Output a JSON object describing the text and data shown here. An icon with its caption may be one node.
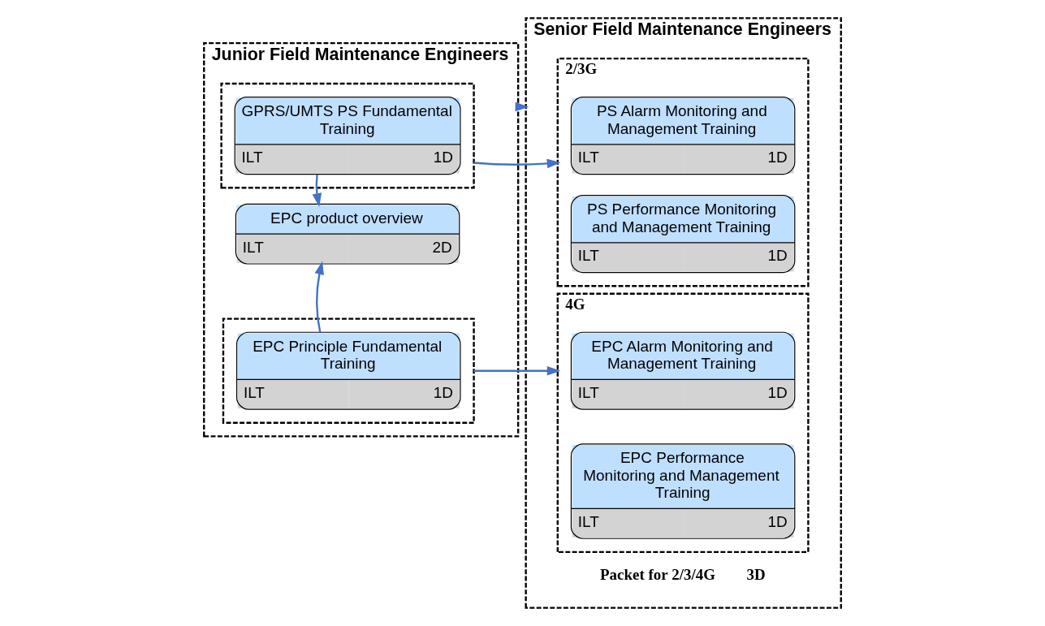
{
  "diagram": {
    "nodes": [
      {
        "text": [
          "Junior Field Maintenance Engineers"
        ]
      },
      {
        "text": [],
        "shape": "box",
        "in": 0
      },
      {
        "text": [],
        "shape": "box",
        "in": 0
      },
      {
        "text": [
          "GPRS/UMTS PS Fundamental Training",
          "ILT",
          "1D"
        ],
        "in": 1
      },
      {
        "text": [
          "EPC product overview",
          "ILT",
          "2D"
        ],
        "in": 0
      },
      {
        "text": [
          "EPC Principle Fundamental Training",
          "ILT",
          "1D"
        ],
        "in": 2
      },
      {
        "text": [
          "Senior Field Maintenance Engineers",
          "Packet for 2/3/4G",
          "3D"
        ]
      },
      {
        "text": [
          "2/3G"
        ],
        "in": 6
      },
      {
        "text": [
          "PS Alarm Monitoring and Management Training",
          "ILT",
          "1D"
        ],
        "in": 7
      },
      {
        "text": [
          "PS Performance Monitoring and Management Training",
          "ILT",
          "1D"
        ],
        "in": 7
      },
      {
        "text": [
          "4G"
        ],
        "in": 6
      },
      {
        "text": [
          "EPC Alarm Monitoring and Management Training",
          "ILT",
          "1D"
        ],
        "in": 10
      },
      {
        "text": [
          "EPC Performance Monitoring and Management Training",
          "ILT",
          "1D"
        ],
        "in": 10
      }
    ],
    "edges": [
      {
        "from": 3,
        "to": 4,
        "arrow": "to"
      },
      {
        "from": 5,
        "to": 4,
        "arrow": "to"
      },
      {
        "from": 1,
        "to": 7,
        "arrow": "to"
      },
      {
        "from": 0,
        "to": 6,
        "arrow": "to"
      },
      {
        "from": 2,
        "to": 10,
        "arrow": "to"
      }
    ]
  }
}
